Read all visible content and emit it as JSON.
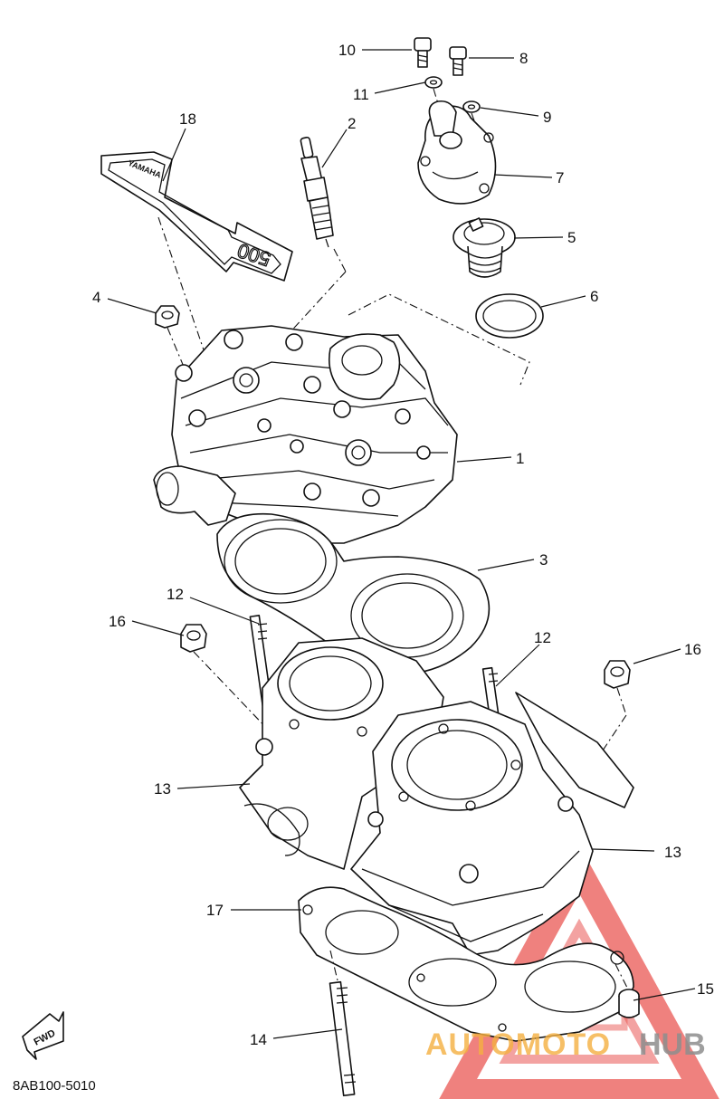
{
  "diagram": {
    "code": "8AB100-5010",
    "fwd_badge": "FWD",
    "decal_brand": "YAMAHA",
    "decal_model": "500",
    "labels": [
      {
        "id": "callout-1",
        "text": "1"
      },
      {
        "id": "callout-2",
        "text": "2"
      },
      {
        "id": "callout-3",
        "text": "3"
      },
      {
        "id": "callout-4",
        "text": "4"
      },
      {
        "id": "callout-5",
        "text": "5"
      },
      {
        "id": "callout-6",
        "text": "6"
      },
      {
        "id": "callout-7",
        "text": "7"
      },
      {
        "id": "callout-8",
        "text": "8"
      },
      {
        "id": "callout-9",
        "text": "9"
      },
      {
        "id": "callout-10",
        "text": "10"
      },
      {
        "id": "callout-11",
        "text": "11"
      },
      {
        "id": "callout-12a",
        "text": "12"
      },
      {
        "id": "callout-12b",
        "text": "12"
      },
      {
        "id": "callout-13a",
        "text": "13"
      },
      {
        "id": "callout-13b",
        "text": "13"
      },
      {
        "id": "callout-14",
        "text": "14"
      },
      {
        "id": "callout-15",
        "text": "15"
      },
      {
        "id": "callout-16a",
        "text": "16"
      },
      {
        "id": "callout-16b",
        "text": "16"
      },
      {
        "id": "callout-17",
        "text": "17"
      },
      {
        "id": "callout-18",
        "text": "18"
      }
    ]
  },
  "watermark": {
    "part1": "AUTOMOTO",
    "part2": "HUB",
    "color_red": "#e53935",
    "color_orange": "#f5b041",
    "color_gray": "#8e8e8e"
  }
}
